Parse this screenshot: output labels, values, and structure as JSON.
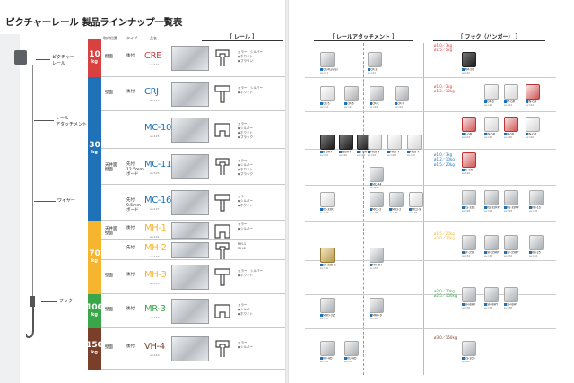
{
  "left": {
    "title": "ピクチャーレール 製品ラインナップ一覧表",
    "headers": {
      "install": "取付位置",
      "type": "タイプ",
      "name": "品名",
      "rail": "［ レール ］"
    },
    "callouts": {
      "picture_rail": "ピクチャー\nレール",
      "rail_attachment": "レール\nアタッチメント",
      "wire": "ワイヤー",
      "hook": "フック"
    },
    "bands": [
      {
        "n": "10",
        "u": "kg",
        "color": "#d94040"
      },
      {
        "n": "30",
        "u": "kg",
        "color": "#1f72b8"
      },
      {
        "n": "70",
        "u": "kg",
        "color": "#f5b52e"
      },
      {
        "n": "100",
        "u": "kg",
        "color": "#3aa64a"
      },
      {
        "n": "150",
        "u": "kg",
        "color": "#7a3f29"
      }
    ],
    "rows": [
      {
        "inst": "壁面",
        "type": "後付",
        "sub": "",
        "model": "CRE",
        "ref": "eu:121",
        "mc": "#d94040",
        "colors": [
          "カラー：シルバー",
          "●ホワイト",
          "●ブラウン"
        ]
      },
      {
        "inst": "壁面",
        "type": "後付",
        "sub": "",
        "model": "CRJ",
        "ref": "eu:123",
        "mc": "#1f72b8",
        "colors": [
          "カラー：シルバー",
          "●ホワイト"
        ]
      },
      {
        "inst": "",
        "type": "",
        "sub": "",
        "model": "MC-10",
        "ref": "eu:125",
        "mc": "#1f72b8",
        "colors": [
          "カラー：",
          "●シルバー",
          "●ホワイト",
          "●ブラック"
        ]
      },
      {
        "inst": "天井面\n壁面",
        "type": "先付",
        "sub": "12.5mm\nボード",
        "model": "MC-11",
        "ref": "eu:125",
        "mc": "#1f72b8",
        "colors": [
          "カラー：",
          "●シルバー",
          "●ホワイト",
          "●ブラック"
        ]
      },
      {
        "inst": "",
        "type": "先付",
        "sub": "9.5mm\nボード",
        "model": "MC-16",
        "ref": "eu:127",
        "mc": "#1f72b8",
        "colors": [
          "カラー：",
          "●シルバー",
          "●ホワイト"
        ]
      },
      {
        "inst": "天井面\n壁面",
        "type": "後付",
        "sub": "",
        "model": "MH-1",
        "ref": "eu:131",
        "mc": "#f5b52e",
        "colors": [
          "カラー：",
          "●シルバー"
        ]
      },
      {
        "inst": "",
        "type": "先付",
        "sub": "",
        "model": "MH-2",
        "ref": "eu:133",
        "mc": "#f5b52e",
        "colors": [
          "MH-1",
          "MH-2"
        ]
      },
      {
        "inst": "壁面",
        "type": "後付",
        "sub": "",
        "model": "MH-3",
        "ref": "eu:135",
        "mc": "#f5b52e",
        "colors": [
          "カラー：シルバー",
          "●ホワイト"
        ]
      },
      {
        "inst": "壁面",
        "type": "後付",
        "sub": "",
        "model": "MR-3",
        "ref": "eu:139",
        "mc": "#3aa64a",
        "colors": [
          "カラー：",
          "●シルバー",
          "●ホワイト"
        ]
      },
      {
        "inst": "壁面",
        "type": "後付",
        "sub": "",
        "model": "VH-4",
        "ref": "eu:143",
        "mc": "#7a3f29",
        "colors": [
          "カラー：",
          "●シルバー"
        ]
      }
    ]
  },
  "right": {
    "attach_header": "［ レールアタッチメント ］",
    "hook_header": "［ フック（ハンガー） ］",
    "loads": [
      {
        "lines": [
          "ø1.0／3kg",
          "ø1.5／5kg"
        ],
        "color": "#d94040"
      },
      {
        "lines": [
          "ø1.0／3kg",
          "ø1.2／10kg"
        ],
        "color": "#d94040"
      },
      {
        "lines": [
          "ø1.0／3kg",
          "ø1.2／10kg",
          "ø1.5／20kg"
        ],
        "color": "#1f72b8"
      },
      {
        "lines": [
          "ø1.5／20kg",
          "ø2.0／30kg"
        ],
        "color": "#f5b52e"
      },
      {
        "lines": [
          "ø2.0／70kg",
          "ø2.5／100kg"
        ],
        "color": "#3aa64a"
      },
      {
        "lines": [
          "ø3.0／150kg"
        ],
        "color": "#7a3f29"
      }
    ],
    "attachments": [
      {
        "cap": "CR-Runner",
        "ref": "eu:121"
      },
      {
        "cap": "CR-2",
        "ref": "eu:121"
      },
      {
        "cap": "CR-5",
        "ref": "eu:122"
      },
      {
        "cap": "CR-6",
        "ref": "eu:124"
      },
      {
        "cap": "CR-C",
        "ref": "eu:124"
      },
      {
        "cap": "CR-7",
        "ref": "eu:124"
      },
      {
        "cap": "B-DR4",
        "ref": "eu:126"
      },
      {
        "cap": "B-DR4",
        "ref": "eu:126"
      },
      {
        "cap": "B-DR4",
        "ref": "eu:126"
      },
      {
        "cap": "MC8-4",
        "ref": "eu:126"
      },
      {
        "cap": "MC8-4",
        "ref": "eu:126"
      },
      {
        "cap": "MC8-4",
        "ref": "eu:126"
      },
      {
        "cap": "MC-R4",
        "ref": "eu:128"
      },
      {
        "cap": "KS-32R",
        "ref": "eu:130"
      },
      {
        "cap": "MC2-2",
        "ref": "eu:128"
      },
      {
        "cap": "MC2-2",
        "ref": "eu:128"
      },
      {
        "cap": "MC2-9",
        "ref": "eu:128"
      },
      {
        "cap": "SF-325-R",
        "ref": "eu:136"
      },
      {
        "cap": "MH-8H",
        "ref": "eu:132"
      },
      {
        "cap": "MRO-3Z",
        "ref": "eu:140"
      },
      {
        "cap": "MRO-9",
        "ref": "eu:140"
      },
      {
        "cap": "KU-HD",
        "ref": "eu:144"
      },
      {
        "cap": "KU-HD",
        "ref": "eu:144"
      }
    ],
    "hooks": [
      {
        "cap": "AM-20",
        "ref": "eu:122"
      },
      {
        "cap": "GR-S",
        "ref": "eu:124"
      },
      {
        "cap": "W-GR",
        "ref": "eu:124"
      },
      {
        "cap": "W-GR",
        "ref": "eu:124"
      },
      {
        "cap": "B-GR",
        "ref": "eu:124"
      },
      {
        "cap": "W-GR",
        "ref": "eu:126"
      },
      {
        "cap": "B-GR",
        "ref": "eu:126"
      },
      {
        "cap": "W-GR",
        "ref": "eu:126"
      },
      {
        "cap": "W-GR",
        "ref": "eu:126"
      },
      {
        "cap": "KS-32R",
        "ref": "eu:128"
      },
      {
        "cap": "KS-32RP",
        "ref": "eu:128"
      },
      {
        "cap": "KS-32RP",
        "ref": "eu:128"
      },
      {
        "cap": "KH-1S",
        "ref": "eu:128"
      },
      {
        "cap": "SF-25R",
        "ref": "eu:134"
      },
      {
        "cap": "SF-25RP",
        "ref": "eu:134"
      },
      {
        "cap": "SF-25RP",
        "ref": "eu:134"
      },
      {
        "cap": "KH-25",
        "ref": "eu:134"
      },
      {
        "cap": "SH-BHY",
        "ref": "eu:138"
      },
      {
        "cap": "SH-BHY",
        "ref": "eu:138"
      },
      {
        "cap": "SH-BHY",
        "ref": "eu:138"
      },
      {
        "cap": "VS-20S",
        "ref": "eu:142"
      }
    ]
  }
}
